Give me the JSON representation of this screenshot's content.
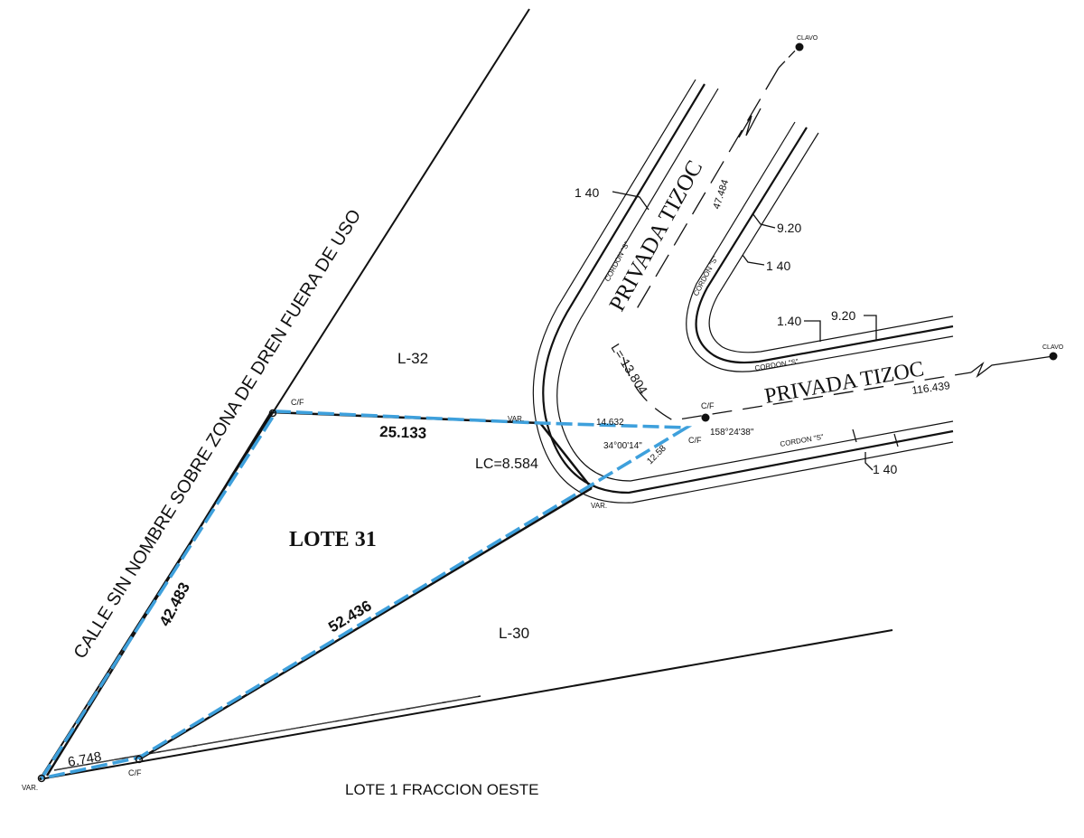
{
  "street_labels": {
    "calle": "CALLE SIN NOMBRE SOBRE ZONA DE DREN FUERA DE USO",
    "privada_vertical": "PRIVADA TIZOC",
    "privada_horizontal": "PRIVADA TIZOC"
  },
  "lots": {
    "main": "LOTE 31",
    "north": "L-32",
    "south": "L-30",
    "bottom": "LOTE 1 FRACCION OESTE"
  },
  "dimensions": {
    "north_side": "25.133",
    "west_side": "42.483",
    "diagonal": "52.436",
    "bottom_side": "6.748",
    "chord": "LC=8.584",
    "short_seg": "14.632",
    "arc_len": "12.58",
    "curve": "L= 13.804",
    "street_len_1": "47.484",
    "street_len_2": "116.439",
    "sidewalk_a": "1 40",
    "sidewalk_b": "1 40",
    "sidewalk_c": "1.40",
    "sidewalk_d": "1 40",
    "width_a": "9.20",
    "width_b": "9.20"
  },
  "angles": {
    "a1": "34°00'14\"",
    "a2": "158°24'38\""
  },
  "markers": {
    "clavo_top": "CLAVO",
    "clavo_right": "CLAVO",
    "cf_top": "C/F",
    "cf_bottom": "C/F",
    "cf_curve_top": "C/F",
    "cf_curve_bottom": "C/F",
    "var_north": "VAR.",
    "var_curve": "VAR.",
    "var_bottom": "VAR."
  },
  "cordon_labels": {
    "c1": "CORDON \"S\"",
    "c2": "CORDON \"S\"",
    "c3": "CORDON \"S\"",
    "c4": "CORDON \"S\""
  },
  "colors": {
    "ink": "#111111",
    "highlight": "#3ea0dc",
    "background": "#ffffff"
  }
}
